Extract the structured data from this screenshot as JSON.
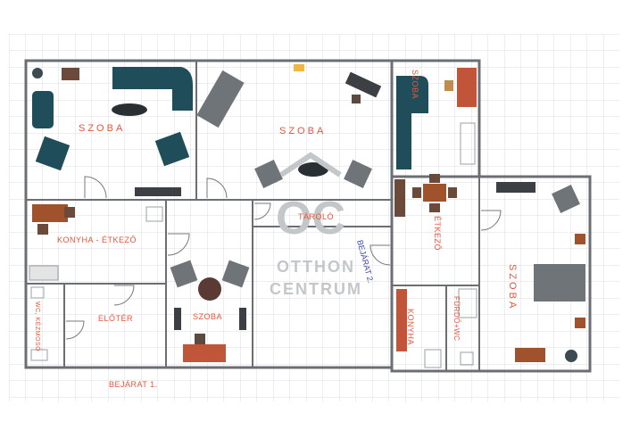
{
  "labels": {
    "szoba_1": "SZOBA",
    "szoba_2": "SZOBA",
    "szoba_3": "SZOBA",
    "szoba_4": "SZOBA",
    "szoba_small": "SZOBA",
    "tarolo": "TÁROLÓ",
    "konyha_etkezo": "KONYHA - ÉTKEZŐ",
    "wc_kezmoso": "WC, KÉZMOSÓ",
    "eloter": "ELŐTÉR",
    "etkezo": "ÉTKEZŐ",
    "konyha": "KONYHA",
    "furdo_wc": "FÜRDŐ+WC",
    "bejarat_1": "BEJÁRAT 1.",
    "bejarat_2": "BEJÁRAT 2."
  },
  "watermark": {
    "logo": "OC",
    "line1": "OTTHON",
    "line2": "CENTRUM"
  },
  "colors": {
    "wall": "#6b6f74",
    "grid": "#d9dde2",
    "label": "#e8553a",
    "sofa": "#1f4e5a",
    "wood": "#a0522d",
    "chair": "#5b6470",
    "entrance_label": "#3b47b8"
  }
}
